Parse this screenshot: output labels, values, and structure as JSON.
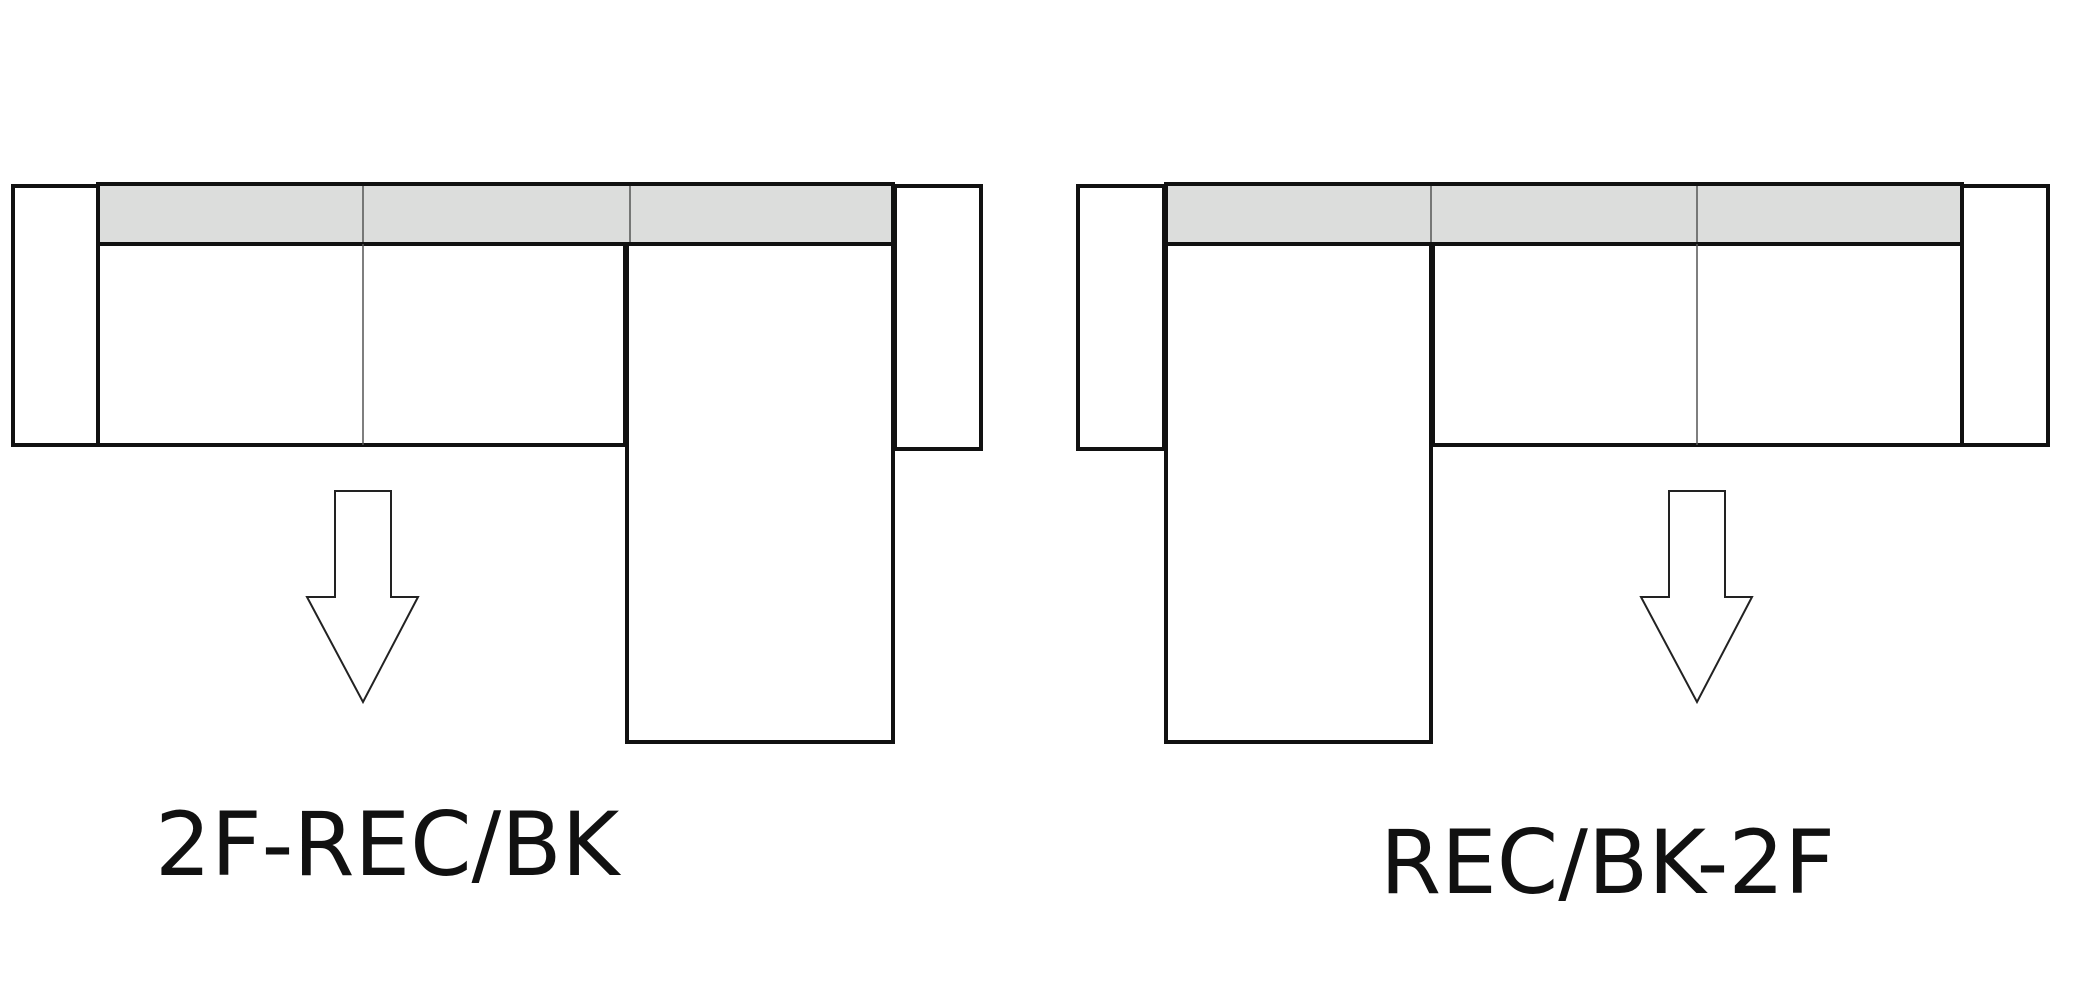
{
  "configurations": [
    {
      "code": "2F-REC/BK",
      "pieces": [
        "armrest",
        "fixed seat",
        "fixed seat",
        "recliner chaise",
        "armrest"
      ],
      "arrow_direction": "down"
    },
    {
      "code": "REC/BK-2F",
      "pieces": [
        "armrest",
        "recliner chaise",
        "fixed seat",
        "fixed seat",
        "armrest"
      ],
      "arrow_direction": "down"
    }
  ],
  "colors": {
    "outline": "#111111",
    "backrest_fill": "#dcdddc",
    "seat_fill": "#ffffff",
    "background": "#ffffff"
  }
}
